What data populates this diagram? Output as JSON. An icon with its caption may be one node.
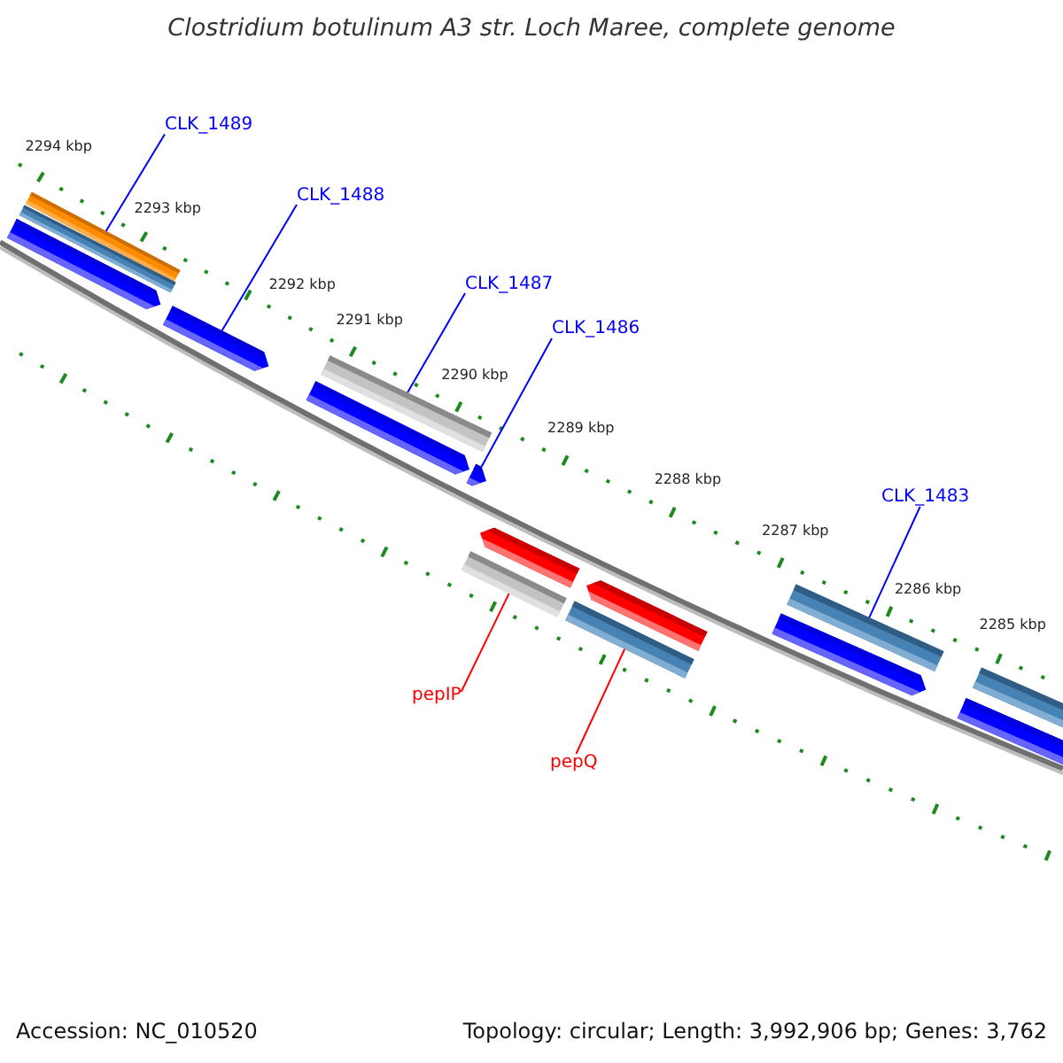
{
  "diagram": {
    "title": "Clostridium botulinum A3 str. Loch Maree, complete genome",
    "nodes": [
      {
        "text": [
          "CLK_1489"
        ]
      },
      {
        "text": [
          "CLK_1488"
        ]
      },
      {
        "text": [
          "CLK_1487"
        ]
      },
      {
        "text": [
          "CLK_1486"
        ]
      },
      {
        "text": [
          "CLK_1483"
        ]
      },
      {
        "text": [
          "pepIP"
        ]
      },
      {
        "text": [
          "pepQ"
        ]
      },
      {
        "text": [],
        "shape": "bar"
      },
      {
        "text": [],
        "shape": "bar"
      },
      {
        "text": [],
        "shape": "arrow"
      },
      {
        "text": [],
        "shape": "arrow"
      },
      {
        "text": [],
        "shape": "bar"
      },
      {
        "text": [],
        "shape": "arrow"
      },
      {
        "text": [],
        "shape": "arrow"
      },
      {
        "text": [],
        "shape": "bar"
      },
      {
        "text": [],
        "shape": "arrow"
      },
      {
        "text": [],
        "shape": "bar"
      },
      {
        "text": [],
        "shape": "arrow"
      },
      {
        "text": [],
        "shape": "bar"
      },
      {
        "text": [],
        "shape": "arrow"
      },
      {
        "text": [],
        "shape": "bar"
      },
      {
        "text": [],
        "shape": "bar"
      }
    ],
    "edges": [
      {
        "from": 0,
        "to": 7,
        "arrow": "none"
      },
      {
        "from": 1,
        "to": 10,
        "arrow": "none"
      },
      {
        "from": 2,
        "to": 11,
        "arrow": "none"
      },
      {
        "from": 3,
        "to": 13,
        "arrow": "none"
      },
      {
        "from": 4,
        "to": 18,
        "arrow": "none"
      },
      {
        "from": 5,
        "to": 14,
        "arrow": "none",
        "color": "#ff0000"
      },
      {
        "from": 6,
        "to": 16,
        "arrow": "none",
        "color": "#ff0000"
      }
    ],
    "labels": [
      "2294 kbp",
      "2293 kbp",
      "2292 kbp",
      "2291 kbp",
      "2290 kbp",
      "2289 kbp",
      "2288 kbp",
      "2287 kbp",
      "2286 kbp",
      "2285 kbp",
      "Accession: NC_010520",
      "Topology: circular; Length: 3,992,906 bp; Genes: 3,762"
    ]
  }
}
